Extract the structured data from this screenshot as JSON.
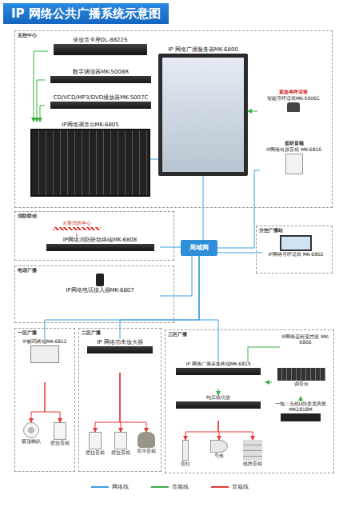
{
  "diagram": {
    "title": "IP 网络公共广播系统示意图",
    "nodes": [
      {
        "text": [
          "主控中心"
        ]
      },
      {
        "text": [
          "录放音卡座DL-8822S"
        ],
        "in": 0
      },
      {
        "text": [
          "数字调谐器MK-5008R"
        ],
        "in": 0
      },
      {
        "text": [
          "CD/VCD/MP3/DVD播放器MK-5007C"
        ],
        "in": 0
      },
      {
        "text": [
          "IP网络调音台MK-6805"
        ],
        "in": 0
      },
      {
        "text": [
          "IP 网络广播服务器MK-6800"
        ],
        "in": 0
      },
      {
        "text": [
          "紧急寻呼话筒",
          "智能寻呼话筒MK-5006C"
        ],
        "in": 0
      },
      {
        "text": [
          "监听音箱",
          "IP网络有源音箱 MK-6816"
        ],
        "in": 0
      },
      {
        "text": [
          "消防联动"
        ]
      },
      {
        "text": [
          "火警消防中心"
        ],
        "in": 8
      },
      {
        "text": [
          "IP网络消防联动终端MK-6808"
        ],
        "in": 8
      },
      {
        "text": [
          "电话广播"
        ]
      },
      {
        "text": [
          "IP网络电话接入器MK-6807"
        ],
        "in": 11
      },
      {
        "text": [
          "局域网"
        ]
      },
      {
        "text": [
          "分控广播站"
        ]
      },
      {
        "text": [
          "IP网络寻呼话筒 MK-6802"
        ],
        "in": 14
      },
      {
        "text": [
          "一区广播"
        ]
      },
      {
        "text": [
          "IP解码终端MK-6812"
        ],
        "in": 16
      },
      {
        "text": [
          "吸顶喇叭"
        ],
        "in": 16
      },
      {
        "text": [
          "壁挂音箱"
        ],
        "in": 16
      },
      {
        "text": [
          "二区广播"
        ]
      },
      {
        "text": [
          "IP 网络功率放大器"
        ],
        "in": 20
      },
      {
        "text": [
          "壁挂音箱"
        ],
        "in": 20
      },
      {
        "text": [
          "壁挂音箱"
        ],
        "in": 20
      },
      {
        "text": [
          "草坪音箱"
        ],
        "in": 20
      },
      {
        "text": [
          "三区广播"
        ]
      },
      {
        "text": [
          "IP网络远程遥控器 MK-6806"
        ],
        "in": 25
      },
      {
        "text": [
          "IP 网络广播采集终端MK-6815"
        ],
        "in": 25
      },
      {
        "text": [
          "纯后级功放"
        ],
        "in": 25
      },
      {
        "text": [
          "调音台"
        ],
        "in": 25
      },
      {
        "text": [
          "一拖二无线U段麦克风套 MK2818M"
        ],
        "in": 25
      },
      {
        "text": [
          "音柱"
        ],
        "in": 25
      },
      {
        "text": [
          "号角"
        ],
        "in": 25
      },
      {
        "text": [
          "线阵音箱"
        ],
        "in": 25
      }
    ],
    "edges": [
      {
        "from": 1,
        "to": 4,
        "arrow": "to"
      },
      {
        "from": 2,
        "to": 4,
        "arrow": "to"
      },
      {
        "from": 3,
        "to": 4,
        "arrow": "to"
      },
      {
        "from": 4,
        "to": 5,
        "arrow": "none"
      },
      {
        "from": 6,
        "to": 5,
        "arrow": "to"
      },
      {
        "from": 5,
        "to": 13,
        "arrow": "none"
      },
      {
        "from": 7,
        "to": 13,
        "arrow": "none"
      },
      {
        "from": 9,
        "to": 10,
        "arrow": "none"
      },
      {
        "from": 10,
        "to": 13,
        "arrow": "none"
      },
      {
        "from": 12,
        "to": 13,
        "arrow": "none"
      },
      {
        "from": 15,
        "to": 13,
        "arrow": "none"
      },
      {
        "from": 13,
        "to": 17,
        "arrow": "none"
      },
      {
        "from": 13,
        "to": 21,
        "arrow": "none"
      },
      {
        "from": 13,
        "to": 27,
        "arrow": "none"
      },
      {
        "from": 17,
        "to": 18,
        "arrow": "to"
      },
      {
        "from": 17,
        "to": 19,
        "arrow": "to"
      },
      {
        "from": 21,
        "to": 22,
        "arrow": "to"
      },
      {
        "from": 21,
        "to": 23,
        "arrow": "to"
      },
      {
        "from": 21,
        "to": 24,
        "arrow": "to"
      },
      {
        "from": 27,
        "to": 28,
        "arrow": "to"
      },
      {
        "from": 28,
        "to": 31,
        "arrow": "to"
      },
      {
        "from": 28,
        "to": 32,
        "arrow": "to"
      },
      {
        "from": 28,
        "to": 33,
        "arrow": "to"
      },
      {
        "from": 26,
        "to": 27,
        "arrow": "none"
      },
      {
        "from": 29,
        "to": 27,
        "arrow": "to"
      },
      {
        "from": 30,
        "to": 29,
        "arrow": "to"
      }
    ],
    "legend": [
      {
        "text": "网络线",
        "color": "#3aa0e0"
      },
      {
        "text": "音频线",
        "color": "#3cb043"
      },
      {
        "text": "音箱线",
        "color": "#e53935"
      }
    ]
  }
}
